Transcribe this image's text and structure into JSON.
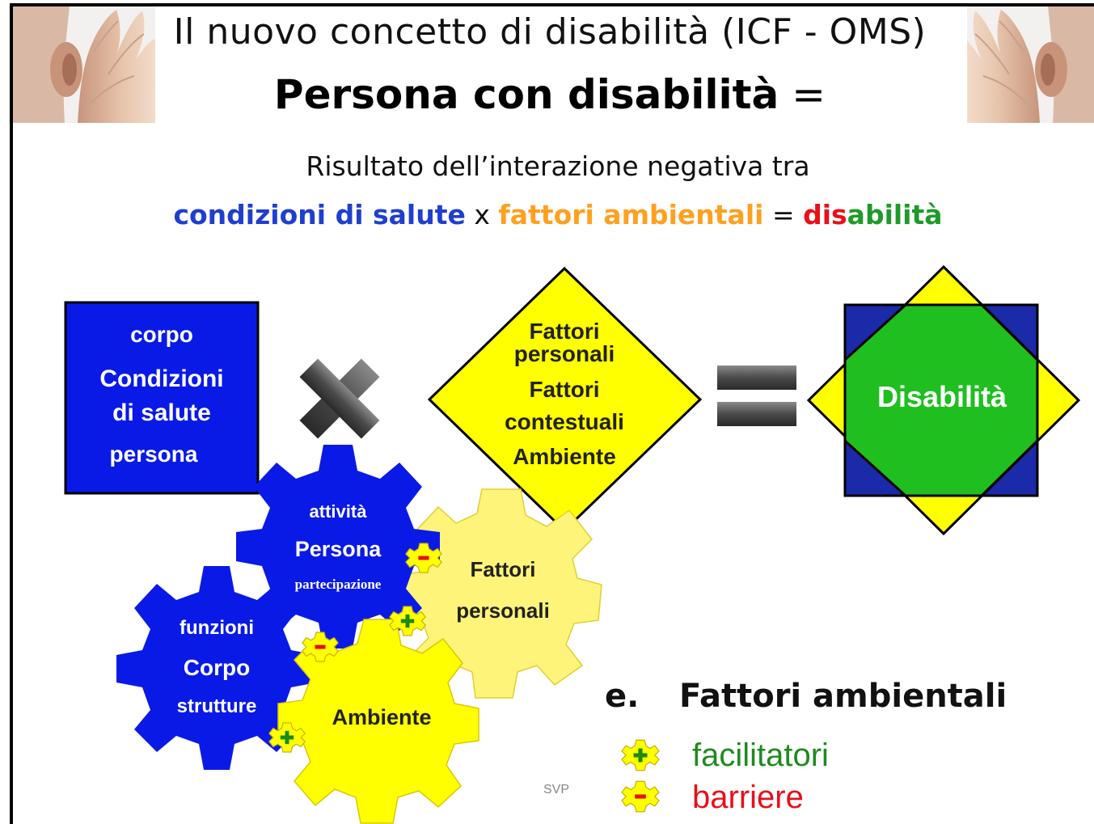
{
  "header": {
    "title": "Il nuovo concetto di disabilità (ICF - OMS)",
    "subtitle_bold": "Persona con disabilità",
    "subtitle_tail": " ="
  },
  "intro": {
    "line": "Risultato dell’interazione negativa tra",
    "formula": {
      "health": "condizioni di salute",
      "times": " x ",
      "environment": "fattori ambientali",
      "equals": " = ",
      "dis_prefix": "dis",
      "dis_suffix": "abilità"
    }
  },
  "health_box": {
    "line1": "corpo",
    "line2": "Condizioni",
    "line3": "di salute",
    "line4": "persona"
  },
  "context_diamond": {
    "line1": "Fattori",
    "line2": "personali",
    "line3": "Fattori",
    "line4": "contestuali",
    "line5": "Ambiente"
  },
  "result": {
    "label": "Disabilità"
  },
  "gears": {
    "activity": {
      "top": "attività",
      "middle": "Persona",
      "bottom": "partecipazione"
    },
    "functions": {
      "top": "funzioni",
      "middle": "Corpo",
      "bottom": "strutture"
    },
    "environment": {
      "label": "Ambiente"
    },
    "personal": {
      "line1": "Fattori",
      "line2": "personali"
    }
  },
  "legend": {
    "letter": "e.",
    "title": "Fattori ambientali",
    "facilitators": "facilitatori",
    "barriers": "barriere"
  },
  "footer": {
    "mark": "SVP"
  },
  "colors": {
    "blue": "#0a1ae6",
    "dark_blue": "#1a2aa8",
    "yellow": "#ffff00",
    "light_yellow": "#fff47a",
    "green": "#1fbf1f",
    "orange": "#ffa020",
    "red": "#e8101a",
    "text_blue": "#1f3fcf",
    "legend_green": "#1f8a1f"
  }
}
